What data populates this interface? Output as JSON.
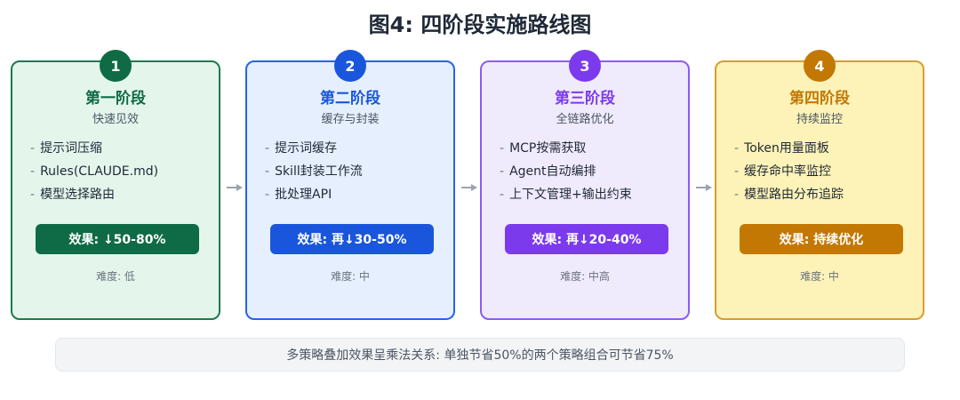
{
  "title": "图4: 四阶段实施路线图",
  "stages": [
    {
      "number": "1",
      "name": "第一阶段",
      "subtitle": "快速见效",
      "items": [
        "提示词压缩",
        "Rules(CLAUDE.md)",
        "模型选择路由"
      ],
      "effect": "效果: ↓50-80%",
      "difficulty": "难度: 低",
      "colors": {
        "accent": "#0f6b45",
        "text": "#0f6b45",
        "bg": "#e4f6ec",
        "border": "#1e7a52"
      }
    },
    {
      "number": "2",
      "name": "第二阶段",
      "subtitle": "缓存与封装",
      "items": [
        "提示词缓存",
        "Skill封装工作流",
        "批处理API"
      ],
      "effect": "效果: 再↓30-50%",
      "difficulty": "难度: 中",
      "colors": {
        "accent": "#1a56db",
        "text": "#1a56db",
        "bg": "#e6effd",
        "border": "#2563eb"
      }
    },
    {
      "number": "3",
      "name": "第三阶段",
      "subtitle": "全链路优化",
      "items": [
        "MCP按需获取",
        "Agent自动编排",
        "上下文管理+输出约束"
      ],
      "effect": "效果: 再↓20-40%",
      "difficulty": "难度: 中高",
      "colors": {
        "accent": "#7c3aed",
        "text": "#7c3aed",
        "bg": "#f0eafd",
        "border": "#8b5cf6"
      }
    },
    {
      "number": "4",
      "name": "第四阶段",
      "subtitle": "持续监控",
      "items": [
        "Token用量面板",
        "缓存命中率监控",
        "模型路由分布追踪"
      ],
      "effect": "效果: 持续优化",
      "difficulty": "难度: 中",
      "colors": {
        "accent": "#c27803",
        "text": "#c27803",
        "bg": "#fdf3b8",
        "border": "#d69e2e"
      }
    }
  ],
  "note": "多策略叠加效果呈乘法关系: 单独节省50%的两个策略组合可节省75%"
}
